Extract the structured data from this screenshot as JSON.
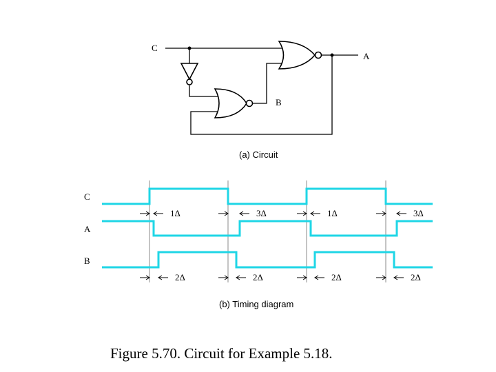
{
  "circuit": {
    "input_label": "C",
    "output_a_label": "A",
    "output_b_label": "B",
    "caption": "(a) Circuit"
  },
  "timing": {
    "signals": [
      {
        "name": "C",
        "levels": [
          0,
          1,
          0,
          1,
          0
        ]
      },
      {
        "name": "A",
        "levels": [
          1,
          0,
          1,
          0,
          1
        ]
      },
      {
        "name": "B",
        "levels": [
          0,
          1,
          0,
          1,
          0
        ]
      }
    ],
    "delays_a": [
      "1Δ",
      "3Δ",
      "1Δ",
      "3Δ"
    ],
    "delays_b": [
      "2Δ",
      "2Δ",
      "2Δ",
      "2Δ"
    ],
    "caption": "(b) Timing diagram",
    "trace_color": "#1fd6e6"
  },
  "figure_caption": "Figure 5.70.   Circuit for Example 5.18."
}
